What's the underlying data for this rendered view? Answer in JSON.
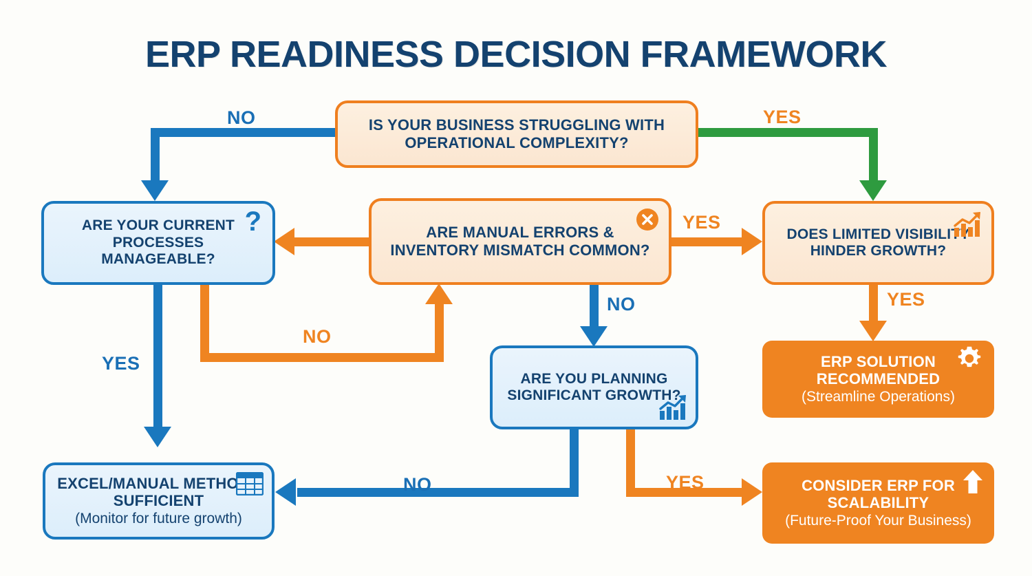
{
  "page": {
    "title": "ERP READINESS DECISION FRAMEWORK",
    "background_color": "#fdfdfa",
    "title_color": "#14426f"
  },
  "palette": {
    "blue": "#1a78be",
    "orange": "#ef8421",
    "green": "#2e9b3f",
    "navy_text": "#14426f",
    "peach_fill": "#fbe6d1",
    "lightblue_fill": "#dceefb",
    "white": "#ffffff"
  },
  "nodes": {
    "start": {
      "title": "IS YOUR BUSINESS STRUGGLING WITH OPERATIONAL COMPLEXITY?",
      "style": "peach",
      "icon": ""
    },
    "processes": {
      "title": "ARE YOUR CURRENT PROCESSES MANAGEABLE?",
      "style": "blue",
      "icon": "question-mark-icon",
      "icon_glyph": "?"
    },
    "errors": {
      "title": "ARE MANUAL ERRORS & INVENTORY MISMATCH COMMON?",
      "style": "peach",
      "icon": "x-circle-icon"
    },
    "visibility": {
      "title": "DOES LIMITED VISIBILITY HINDER GROWTH?",
      "style": "peach",
      "icon": "growth-chart-icon"
    },
    "growth": {
      "title": "ARE YOU PLANNING SIGNIFICANT GROWTH?",
      "style": "blue",
      "icon": "growth-chart-icon"
    },
    "erp_recommended": {
      "title": "ERP SOLUTION RECOMMENDED",
      "subtitle": "(Streamline Operations)",
      "style": "solid-orange",
      "icon": "gear-icon"
    },
    "excel_sufficient": {
      "title": "EXCEL/MANUAL METHODS SUFFICIENT",
      "subtitle": "(Monitor for future growth)",
      "style": "blue",
      "icon": "spreadsheet-icon"
    },
    "consider_scalability": {
      "title": "CONSIDER ERP FOR SCALABILITY",
      "subtitle": "(Future-Proof Your Business)",
      "style": "solid-orange",
      "icon": "up-arrow-icon"
    }
  },
  "edges": {
    "start_no": {
      "label": "NO",
      "color": "#1a6fb5",
      "from": "start",
      "to": "processes"
    },
    "start_yes": {
      "label": "YES",
      "color": "#ef8421",
      "line_color": "#2e9b3f",
      "from": "start",
      "to": "visibility"
    },
    "errors_to_processes": {
      "label": "",
      "color": "#ef8421",
      "from": "errors",
      "to": "processes"
    },
    "errors_yes": {
      "label": "YES",
      "color": "#ef8421",
      "from": "errors",
      "to": "visibility"
    },
    "processes_no": {
      "label": "NO",
      "color": "#ef8421",
      "from": "processes",
      "to": "errors"
    },
    "processes_yes": {
      "label": "YES",
      "color": "#1a6fb5",
      "from": "processes",
      "to": "excel_sufficient"
    },
    "errors_no": {
      "label": "NO",
      "color": "#1a6fb5",
      "from": "errors",
      "to": "growth"
    },
    "visibility_yes": {
      "label": "YES",
      "color": "#ef8421",
      "from": "visibility",
      "to": "erp_recommended"
    },
    "growth_no": {
      "label": "NO",
      "color": "#1a6fb5",
      "from": "growth",
      "to": "excel_sufficient"
    },
    "growth_yes": {
      "label": "YES",
      "color": "#ef8421",
      "from": "growth",
      "to": "consider_scalability"
    }
  },
  "chart_data": {
    "type": "diagram",
    "diagram_kind": "decision-flowchart",
    "title": "ERP READINESS DECISION FRAMEWORK",
    "node_list": [
      "IS YOUR BUSINESS STRUGGLING WITH OPERATIONAL COMPLEXITY?",
      "ARE YOUR CURRENT PROCESSES MANAGEABLE?",
      "ARE MANUAL ERRORS & INVENTORY MISMATCH COMMON?",
      "DOES LIMITED VISIBILITY HINDER GROWTH?",
      "ARE YOU PLANNING SIGNIFICANT GROWTH?",
      "ERP SOLUTION RECOMMENDED (Streamline Operations)",
      "EXCEL/MANUAL METHODS SUFFICIENT (Monitor for future growth)",
      "CONSIDER ERP FOR SCALABILITY (Future-Proof Your Business)"
    ],
    "edge_list": [
      "IS YOUR BUSINESS STRUGGLING WITH OPERATIONAL COMPLEXITY? --NO--> ARE YOUR CURRENT PROCESSES MANAGEABLE?",
      "IS YOUR BUSINESS STRUGGLING WITH OPERATIONAL COMPLEXITY? --YES--> DOES LIMITED VISIBILITY HINDER GROWTH?",
      "ARE YOUR CURRENT PROCESSES MANAGEABLE? --NO--> ARE MANUAL ERRORS & INVENTORY MISMATCH COMMON?",
      "ARE YOUR CURRENT PROCESSES MANAGEABLE? --YES--> EXCEL/MANUAL METHODS SUFFICIENT",
      "ARE MANUAL ERRORS & INVENTORY MISMATCH COMMON? --YES--> DOES LIMITED VISIBILITY HINDER GROWTH?",
      "ARE MANUAL ERRORS & INVENTORY MISMATCH COMMON? --NO--> ARE YOU PLANNING SIGNIFICANT GROWTH?",
      "DOES LIMITED VISIBILITY HINDER GROWTH? --YES--> ERP SOLUTION RECOMMENDED",
      "ARE YOU PLANNING SIGNIFICANT GROWTH? --NO--> EXCEL/MANUAL METHODS SUFFICIENT",
      "ARE YOU PLANNING SIGNIFICANT GROWTH? --YES--> CONSIDER ERP FOR SCALABILITY"
    ]
  }
}
